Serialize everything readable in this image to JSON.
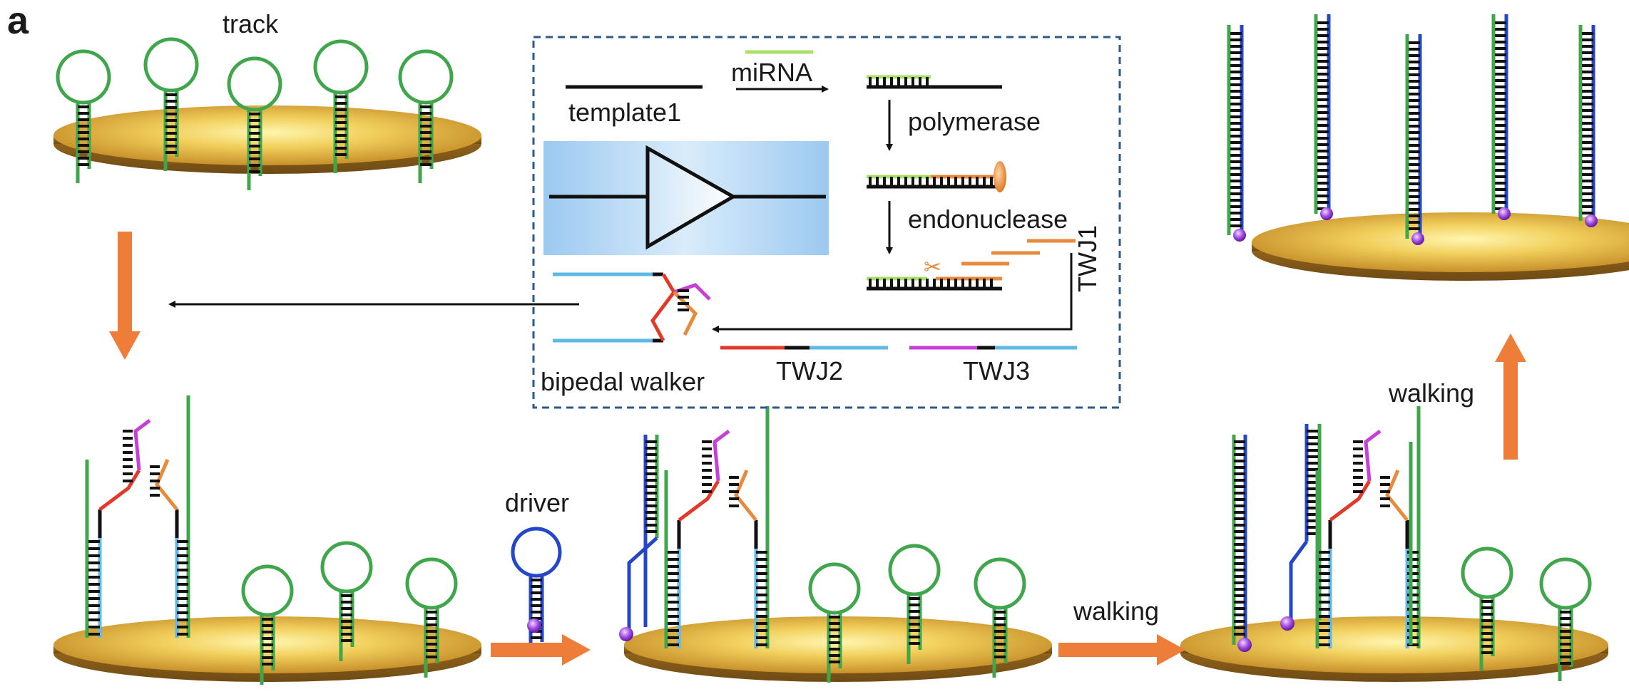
{
  "panel_label": "a",
  "labels": {
    "track": "track",
    "mirna": "miRNA",
    "template1": "template1",
    "polymerase": "polymerase",
    "endonuclease": "endonuclease",
    "twj1": "TWJ1",
    "twj2": "TWJ2",
    "twj3": "TWJ3",
    "bipedal_walker": "bipedal walker",
    "driver": "driver",
    "walking": "walking"
  },
  "colors": {
    "track_strand": "#3fa64b",
    "mirna": "#a8e06a",
    "driver": "#2446c9",
    "walker_leg": "#5fb8e6",
    "twj_red": "#e23a2a",
    "twj_orange": "#e88a3b",
    "twj_magenta": "#c640d8",
    "arrow_orange": "#ee7d3a",
    "gold": "#e2b64a",
    "box_dash": "#2b5a8a",
    "sphere": "#a24fe0"
  }
}
